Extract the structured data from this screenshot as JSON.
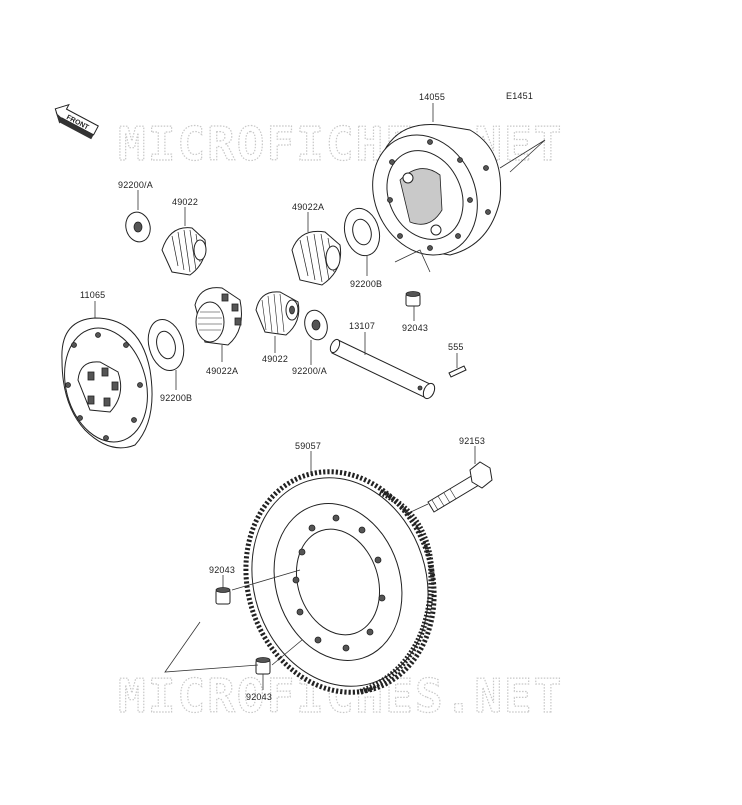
{
  "diagram": {
    "code": "E1451",
    "front_badge": "FRONT",
    "watermark": "MICROFICHES.NET",
    "parts": [
      {
        "id": "p14055",
        "number": "14055"
      },
      {
        "id": "p92200a_top",
        "number": "92200/A"
      },
      {
        "id": "p49022_top",
        "number": "49022"
      },
      {
        "id": "p49022a_top",
        "number": "49022A"
      },
      {
        "id": "p11065",
        "number": "11065"
      },
      {
        "id": "p92200b_right",
        "number": "92200B"
      },
      {
        "id": "p92043_top",
        "number": "92043"
      },
      {
        "id": "p13107",
        "number": "13107"
      },
      {
        "id": "p555",
        "number": "555"
      },
      {
        "id": "p49022a_bottom",
        "number": "49022A"
      },
      {
        "id": "p49022_bottom",
        "number": "49022"
      },
      {
        "id": "p92200a_bottom",
        "number": "92200/A"
      },
      {
        "id": "p92200b_left",
        "number": "92200B"
      },
      {
        "id": "p92153",
        "number": "92153"
      },
      {
        "id": "p59057",
        "number": "59057"
      },
      {
        "id": "p92043_mid",
        "number": "92043"
      },
      {
        "id": "p92043_bottom",
        "number": "92043"
      }
    ]
  }
}
